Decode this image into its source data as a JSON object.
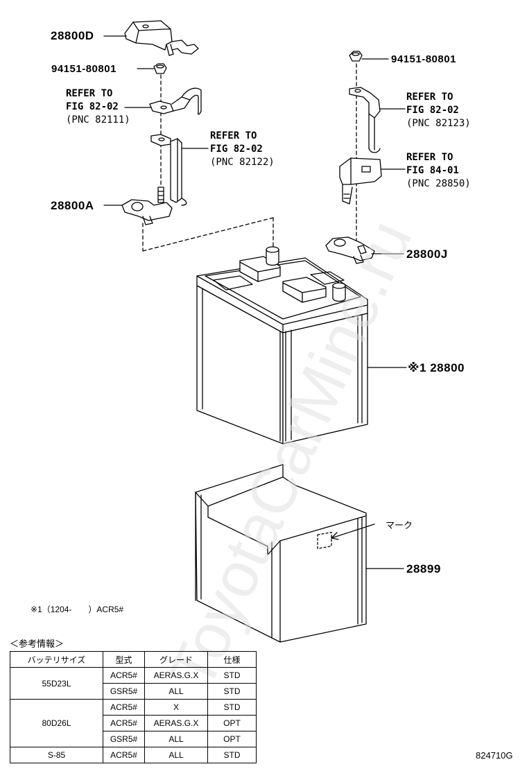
{
  "labels": {
    "p28800D": "28800D",
    "nut_left": "94151-80801",
    "nut_right": "94151-80801",
    "refer_left_1": {
      "line1": "REFER TO",
      "line2": "FIG 82-02",
      "line3": "(PNC 82111)"
    },
    "refer_left_2": {
      "line1": "REFER TO",
      "line2": "FIG 82-02",
      "line3": "(PNC 82122)"
    },
    "refer_right_1": {
      "line1": "REFER TO",
      "line2": "FIG 82-02",
      "line3": "(PNC 82123)"
    },
    "refer_right_2": {
      "line1": "REFER TO",
      "line2": "FIG 84-01",
      "line3": "(PNC 28850)"
    },
    "p28800A": "28800A",
    "p28800J": "28800J",
    "p28800": "※1 28800",
    "p28899": "28899",
    "mark": "マーク"
  },
  "footnote": "※1（1204-　　）ACR5#",
  "info": {
    "title": "＜参考情報＞",
    "headers": [
      "バッテリサイズ",
      "型式",
      "グレード",
      "仕様"
    ],
    "groups": [
      {
        "size": "55D23L",
        "rows": [
          {
            "model": "ACR5#",
            "grade": "AERAS.G.X",
            "spec": "STD"
          },
          {
            "model": "GSR5#",
            "grade": "ALL",
            "spec": "STD"
          }
        ]
      },
      {
        "size": "80D26L",
        "rows": [
          {
            "model": "ACR5#",
            "grade": "X",
            "spec": "STD"
          },
          {
            "model": "ACR5#",
            "grade": "AERAS.G.X",
            "spec": "OPT"
          },
          {
            "model": "GSR5#",
            "grade": "ALL",
            "spec": "OPT"
          }
        ]
      },
      {
        "size": "S-85",
        "rows": [
          {
            "model": "ACR5#",
            "grade": "ALL",
            "spec": "STD"
          }
        ]
      }
    ]
  },
  "drawing_number": "824710G",
  "watermark": "ToyotaCarMine.ru"
}
